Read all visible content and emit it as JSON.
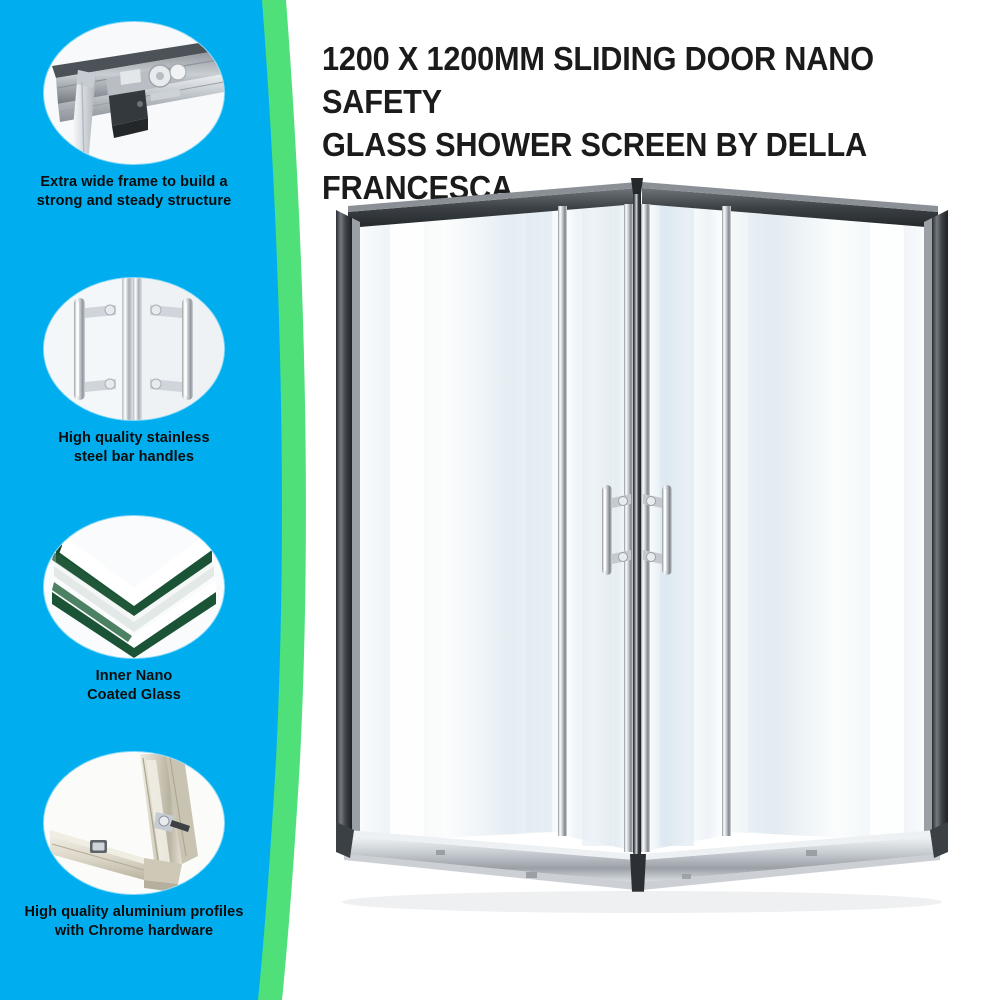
{
  "palette": {
    "panel_blue": "#00AEEF",
    "accent_green": "#4FE07A",
    "background": "#FFFFFF",
    "title_color": "#1B1B1B",
    "caption_color": "#0C0C0C",
    "chrome_dark": "#3A3E42",
    "chrome_light": "#D8DDE1",
    "glass_tint": "#DDE7EE",
    "nano_green": "#1A5336",
    "aluminium": "#CFC8B6"
  },
  "header": {
    "title": "1200 x 1200mm Sliding Door Nano Safety\nGlass Shower Screen by Della Francesca",
    "title_line_1": "1200 x 1200mm Sliding Door Nano Safety",
    "title_line_2": "Glass Shower Screen by Della Francesca",
    "brand": "Della Francesca",
    "size": "1200 x 1200mm"
  },
  "sidebar": {
    "features": [
      {
        "id": "frame",
        "icon": "shower-rail-roller-photo",
        "caption": "Extra wide frame to build a\nstrong and steady structure",
        "caption_line_1": "Extra wide frame to build a",
        "caption_line_2": "strong and steady structure"
      },
      {
        "id": "handles",
        "icon": "stainless-bar-handles-photo",
        "caption": "High quality stainless\nsteel bar handles",
        "caption_line_1": "High quality stainless",
        "caption_line_2": "steel bar handles"
      },
      {
        "id": "glass",
        "icon": "nano-coated-glass-layers-photo",
        "caption": "Inner Nano\nCoated Glass",
        "caption_line_1": "Inner Nano",
        "caption_line_2": "Coated Glass"
      },
      {
        "id": "profiles",
        "icon": "aluminium-profile-corner-photo",
        "caption": "High quality aluminium profiles\nwith Chrome hardware",
        "caption_line_1": "High quality aluminium profiles",
        "caption_line_2": "with Chrome hardware"
      }
    ]
  },
  "product": {
    "name": "corner-entry-sliding-shower-screen",
    "description": "Corner entry shower enclosure with two sliding glass doors meeting at a centre post, chrome framed"
  }
}
